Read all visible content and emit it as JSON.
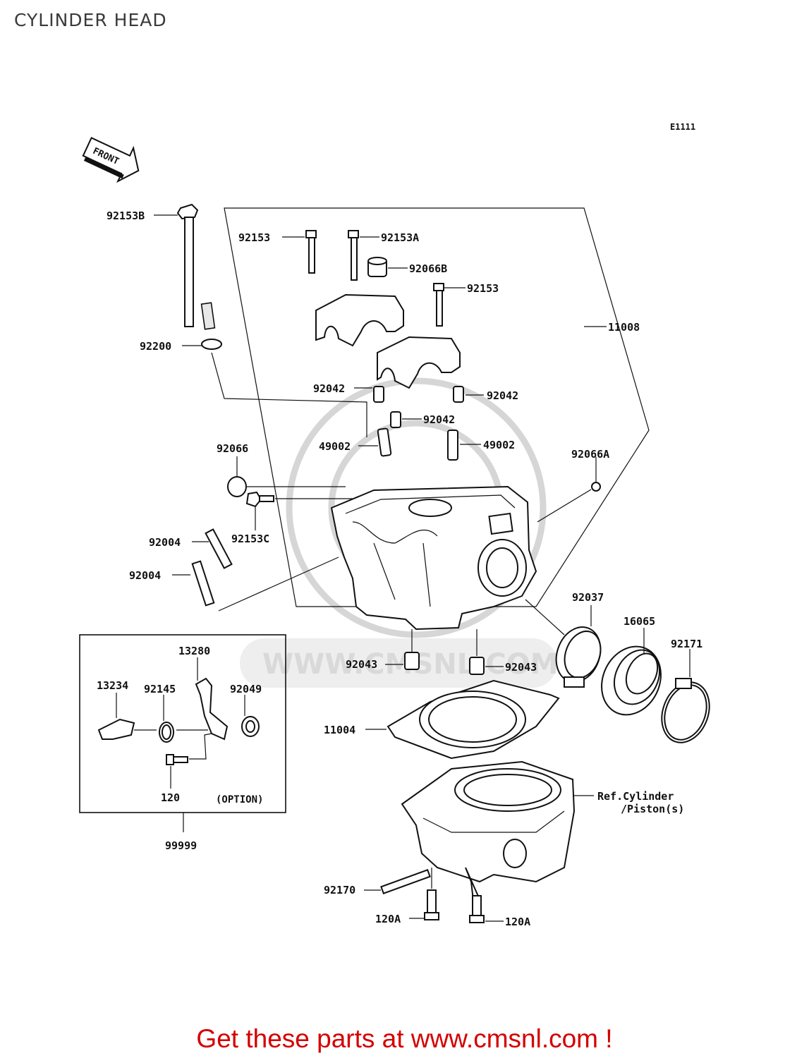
{
  "title": "CYLINDER HEAD",
  "figure_code": "E1111",
  "front_label": "FRONT",
  "parts": [
    {
      "id": "p-92153b",
      "label": "92153B"
    },
    {
      "id": "p-92153",
      "label": "92153"
    },
    {
      "id": "p-92153a",
      "label": "92153A"
    },
    {
      "id": "p-92066b",
      "label": "92066B"
    },
    {
      "id": "p-92153-2",
      "label": "92153"
    },
    {
      "id": "p-11008",
      "label": "11008"
    },
    {
      "id": "p-92200",
      "label": "92200"
    },
    {
      "id": "p-92042-1",
      "label": "92042"
    },
    {
      "id": "p-92042-2",
      "label": "92042"
    },
    {
      "id": "p-92042-3",
      "label": "92042"
    },
    {
      "id": "p-49002-1",
      "label": "49002"
    },
    {
      "id": "p-49002-2",
      "label": "49002"
    },
    {
      "id": "p-92066",
      "label": "92066"
    },
    {
      "id": "p-92066a",
      "label": "92066A"
    },
    {
      "id": "p-92153c",
      "label": "92153C"
    },
    {
      "id": "p-92004-1",
      "label": "92004"
    },
    {
      "id": "p-92004-2",
      "label": "92004"
    },
    {
      "id": "p-92037",
      "label": "92037"
    },
    {
      "id": "p-16065",
      "label": "16065"
    },
    {
      "id": "p-92171",
      "label": "92171"
    },
    {
      "id": "p-13280",
      "label": "13280"
    },
    {
      "id": "p-13234",
      "label": "13234"
    },
    {
      "id": "p-92145",
      "label": "92145"
    },
    {
      "id": "p-92049",
      "label": "92049"
    },
    {
      "id": "p-92043-1",
      "label": "92043"
    },
    {
      "id": "p-92043-2",
      "label": "92043"
    },
    {
      "id": "p-11004",
      "label": "11004"
    },
    {
      "id": "p-120",
      "label": "120"
    },
    {
      "id": "p-99999",
      "label": "99999"
    },
    {
      "id": "p-92170",
      "label": "92170"
    },
    {
      "id": "p-120a-1",
      "label": "120A"
    },
    {
      "id": "p-120a-2",
      "label": "120A"
    }
  ],
  "option_label": "(OPTION)",
  "ref_label_line1": "Ref.Cylinder",
  "ref_label_line2": "/Piston(s)",
  "watermark": "WWW.CMSNL.COM",
  "footer": "Get these parts at www.cmsnl.com !"
}
